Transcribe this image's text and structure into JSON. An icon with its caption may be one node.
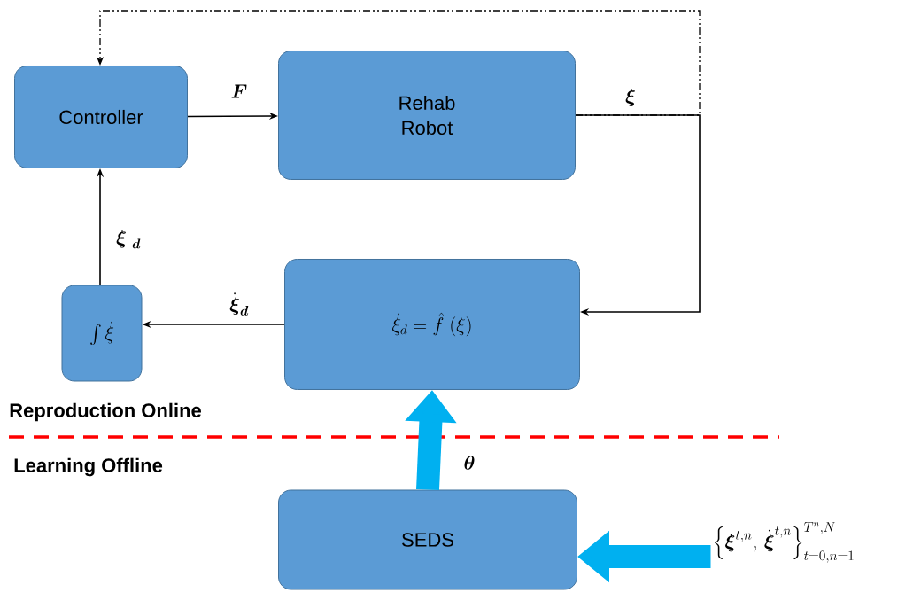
{
  "diagram": {
    "nodes": [
      {
        "text": [
          "Controller"
        ]
      },
      {
        "text": [
          "Rehab Robot"
        ]
      },
      {
        "text": [
          "\\int \\dot{\\xi}"
        ]
      },
      {
        "text": [
          "\\dot{\\xi}_d = \\hat{f}\\ (\\xi)"
        ]
      },
      {
        "text": [
          "SEDS"
        ]
      },
      {
        "text": [
          "\\left\\{\\boldsymbol{\\xi}^{t,n},\\,\\dot{\\boldsymbol{\\xi}}^{t,n}\\right\\}_{t=0,n=1}^{T^n,N}"
        ]
      }
    ],
    "edges": [
      {
        "from": 0,
        "to": 1,
        "arrow": "to",
        "label": "\\boldsymbol{F}"
      },
      {
        "from": 1,
        "to": 3,
        "arrow": "to",
        "label": "\\boldsymbol{\\xi}"
      },
      {
        "from": 1,
        "to": 0,
        "arrow": "to",
        "style": "dashed"
      },
      {
        "from": 3,
        "to": 2,
        "arrow": "to",
        "label": "\\dot{\\boldsymbol{\\xi}}_{\\boldsymbol{d}}"
      },
      {
        "from": 2,
        "to": 0,
        "arrow": "to",
        "label": "\\boldsymbol{\\xi}_{\\ \\boldsymbol{d}}"
      },
      {
        "from": 4,
        "to": 3,
        "arrow": "to",
        "label": "\\boldsymbol{\\theta}",
        "style": "thick",
        "color": "#00b0f0"
      },
      {
        "from": 5,
        "to": 4,
        "arrow": "to",
        "style": "thick",
        "color": "#00b0f0"
      }
    ],
    "labels": [
      "Reproduction Online",
      "Learning Offline"
    ]
  }
}
